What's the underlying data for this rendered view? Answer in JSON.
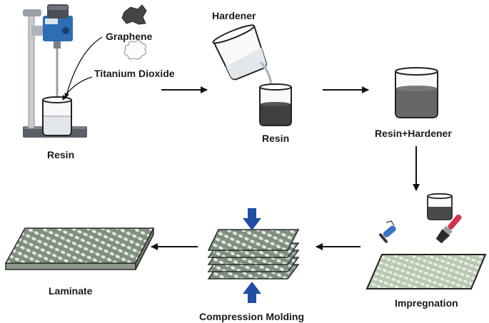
{
  "labels": {
    "graphene": "Graphene",
    "titanium_dioxide": "Titanium Dioxide",
    "resin_stirrer": "Resin",
    "hardener": "Hardener",
    "resin_beaker": "Resin",
    "resin_hardener": "Resin+Hardener",
    "impregnation": "Impregnation",
    "compression_molding": "Compression Molding",
    "laminate": "Laminate"
  },
  "colors": {
    "arrow": "#111111",
    "press_arrow": "#1f4ea3",
    "resin_dark": "#3f3f3f",
    "resin_gray": "#666666",
    "stirrer_blue": "#2f6db5",
    "fabric_green": "#a9b7a6",
    "brush_red": "#d1344b",
    "roller_blue": "#3b74c2"
  },
  "icons": [
    "graphene-flake-icon",
    "titanium-dioxide-cloud-icon",
    "overhead-stirrer-icon",
    "pouring-beaker-icon",
    "resin-beaker-icon",
    "mixture-beaker-icon",
    "paint-roller-icon",
    "paint-brush-icon",
    "small-beaker-icon",
    "fabric-sheet-icon",
    "press-arrow-icon",
    "laminate-sheet-icon"
  ]
}
